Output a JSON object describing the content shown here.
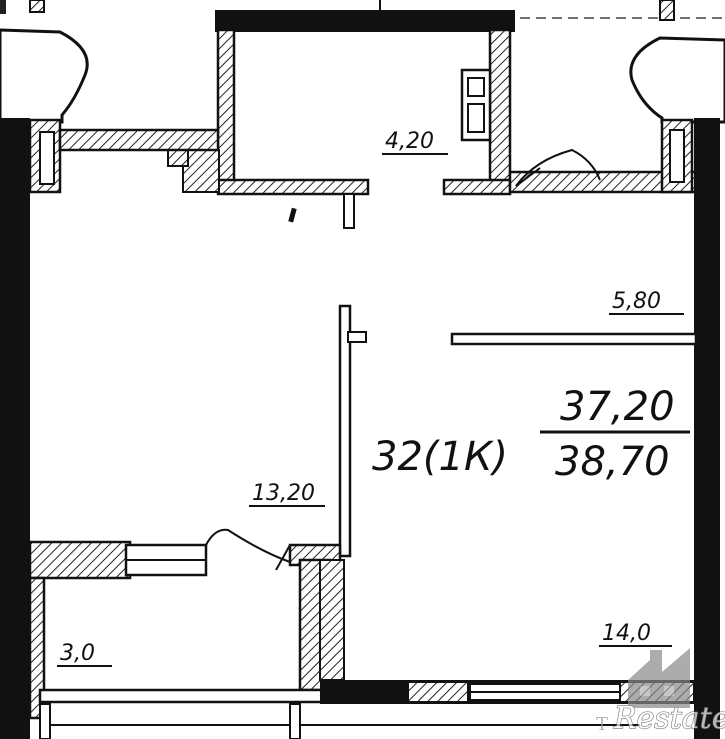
{
  "apartment": {
    "number": "32(1К)",
    "living_area": "37,20",
    "total_area": "38,70"
  },
  "rooms": [
    {
      "id": "bathroom",
      "area": "4,20"
    },
    {
      "id": "hallway",
      "area": "5,80"
    },
    {
      "id": "kitchen",
      "area": "13,20"
    },
    {
      "id": "balcony",
      "area": "3,0"
    },
    {
      "id": "living-room",
      "area": "14,0"
    }
  ],
  "watermark": {
    "text": "Restate",
    "prefix": "T"
  },
  "colors": {
    "wall": "#111111",
    "hatch": "#222222",
    "paper": "#ffffff"
  }
}
